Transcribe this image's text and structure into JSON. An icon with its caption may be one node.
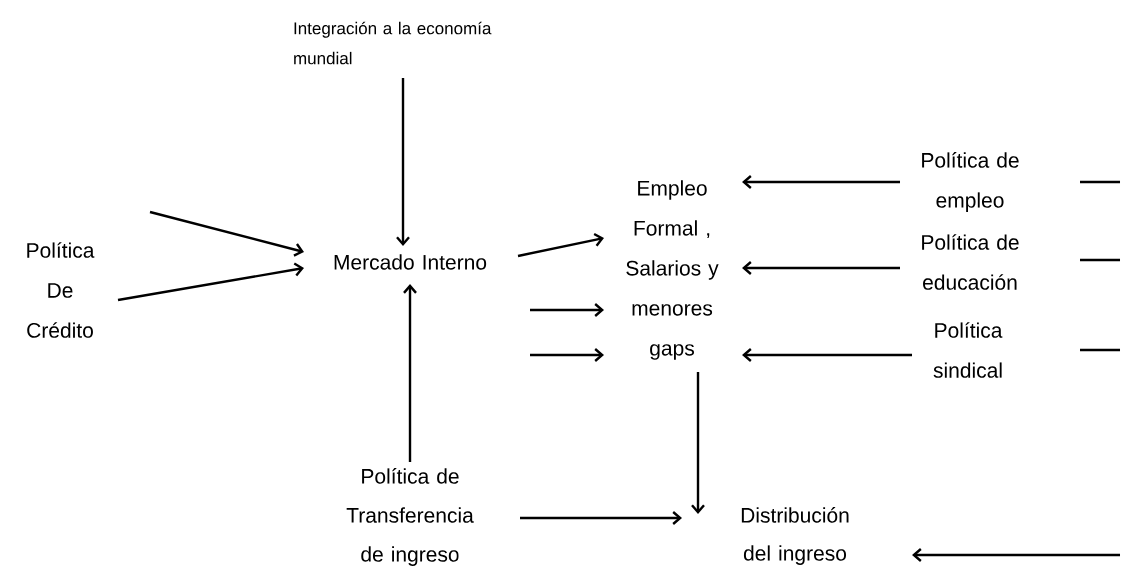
{
  "diagram": {
    "nodes": [
      {
        "text": [
          "Integración a la economía mundial"
        ]
      },
      {
        "text": [
          "Política De Crédito"
        ]
      },
      {
        "text": [
          "Mercado Interno"
        ]
      },
      {
        "text": [
          "Empleo Formal , Salarios y menores gaps"
        ]
      },
      {
        "text": [
          "Política de empleo"
        ]
      },
      {
        "text": [
          "Política de educación"
        ]
      },
      {
        "text": [
          "Política sindical"
        ]
      },
      {
        "text": [
          "Política de Transferencia de ingreso"
        ]
      },
      {
        "text": [
          "Distribución del ingreso"
        ]
      }
    ],
    "edges": [
      {
        "from": 0,
        "to": 2,
        "arrow": "to"
      },
      {
        "from": null,
        "to": 2,
        "arrow": "to"
      },
      {
        "from": 1,
        "to": 2,
        "arrow": "to"
      },
      {
        "from": 2,
        "to": 3,
        "arrow": "to"
      },
      {
        "from": null,
        "to": 3,
        "arrow": "to"
      },
      {
        "from": null,
        "to": 3,
        "arrow": "to"
      },
      {
        "from": 4,
        "to": 3,
        "arrow": "to"
      },
      {
        "from": 5,
        "to": 3,
        "arrow": "to"
      },
      {
        "from": 6,
        "to": 3,
        "arrow": "to"
      },
      {
        "from": 3,
        "to": 8,
        "arrow": "to"
      },
      {
        "from": 7,
        "to": 2,
        "arrow": "to"
      },
      {
        "from": 7,
        "to": 8,
        "arrow": "to"
      },
      {
        "from": null,
        "to": 8,
        "arrow": "to"
      }
    ]
  }
}
